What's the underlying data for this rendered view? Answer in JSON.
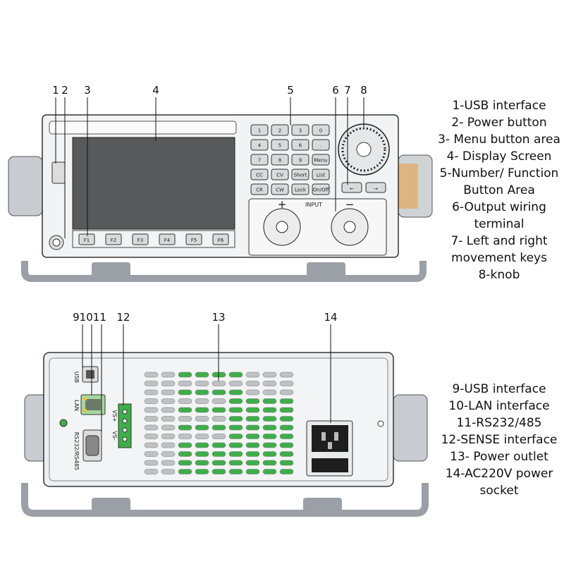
{
  "front": {
    "callout_numbers": [
      "1",
      "2",
      "3",
      "4",
      "5",
      "6",
      "7",
      "8"
    ],
    "keypad": [
      "1",
      "2",
      "3",
      "0",
      "4",
      "5",
      "6",
      ".",
      "7",
      "8",
      "9",
      "Menu",
      "CC",
      "CV",
      "Short",
      "List",
      "CR",
      "CW",
      "Lock",
      "On/Off"
    ],
    "soft_keys": [
      "F1",
      "F2",
      "F3",
      "F4",
      "F5",
      "F6"
    ],
    "input_label": "INPUT",
    "plus": "+",
    "minus": "−"
  },
  "back": {
    "callout_numbers": [
      "9",
      "10",
      "11",
      "12",
      "13",
      "14"
    ],
    "callout_91011": "91011",
    "port_labels": {
      "usb": "USB",
      "lan": "LAN",
      "rs": "RS232/RS485",
      "vs_minus": "VS-",
      "vs_plus": "VS+"
    }
  },
  "legend_front": [
    "1-USB interface",
    "2- Power button",
    "3- Menu button area",
    "4- Display Screen",
    "5-Number/ Function Button Area",
    "6-Output wiring terminal",
    "7- Left and right movement keys",
    "8-knob"
  ],
  "legend_back": [
    "9-USB interface",
    "10-LAN interface",
    "11-RS232/485",
    "12-SENSE interface",
    "13- Power outlet",
    "14-AC220V power socket"
  ]
}
